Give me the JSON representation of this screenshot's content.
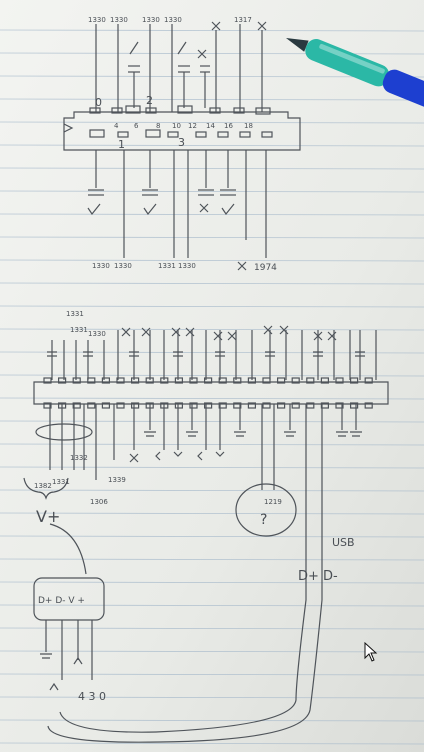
{
  "paper": {
    "background": "#eef0ec",
    "rule_color": "#9fb4c8",
    "ink_color": "#50555c"
  },
  "pen": {
    "body_color": "#2bb8a6",
    "cap_color": "#1d3fd0"
  },
  "top_diagram": {
    "top_labels": [
      "1330",
      "1330",
      "1330",
      "1330",
      "1317"
    ],
    "chip_numbers": [
      "0",
      "2",
      "1",
      "3"
    ],
    "pin_numbers": [
      "4",
      "6",
      "8",
      "10",
      "12",
      "14",
      "16",
      "18"
    ],
    "bottom_labels": [
      "1330",
      "1330",
      "1331",
      "1330",
      "1974"
    ]
  },
  "bottom_diagram": {
    "top_labels": [
      "1331",
      "1331",
      "1330"
    ],
    "bottom_labels": [
      "1382",
      "1331",
      "1332",
      "1306",
      "1339",
      "1219"
    ],
    "question_mark": "?",
    "vplus_label": "V+",
    "usb_label": "USB",
    "dplus_dminus": "D+ D-",
    "module_label": "D+ D- V +",
    "bottom_code": "4 3 0"
  }
}
